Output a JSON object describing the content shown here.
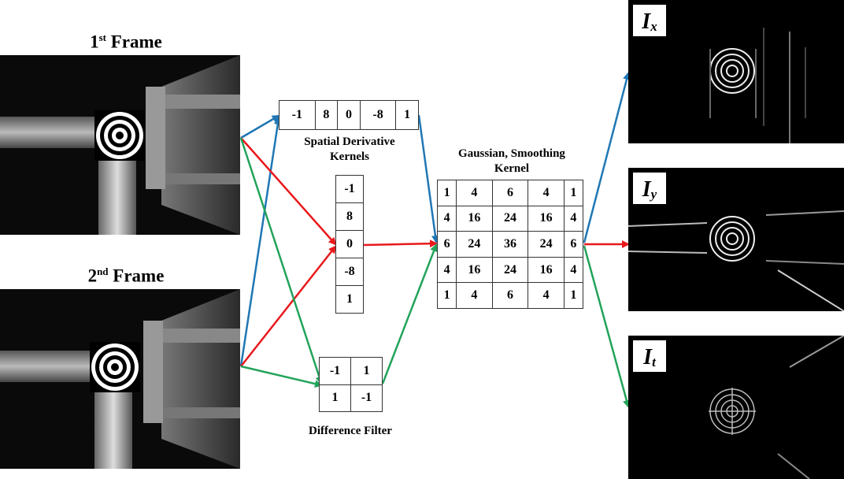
{
  "frames": [
    {
      "title_main": "1",
      "title_sup": "st",
      "title_rest": " Frame"
    },
    {
      "title_main": "2",
      "title_sup": "nd",
      "title_rest": " Frame"
    }
  ],
  "spatial_kernel": {
    "row": [
      "-1",
      "8",
      "0",
      "-8",
      "1"
    ],
    "column": [
      "-1",
      "8",
      "0",
      "-8",
      "1"
    ],
    "caption_line1": "Spatial Derivative",
    "caption_line2": "Kernels"
  },
  "difference_filter": {
    "cells": [
      [
        "-1",
        "1"
      ],
      [
        "1",
        "-1"
      ]
    ],
    "caption": "Difference Filter"
  },
  "gaussian_kernel": {
    "caption_line1": "Gaussian, Smoothing",
    "caption_line2": "Kernel",
    "rows": [
      [
        "1",
        "4",
        "6",
        "4",
        "1"
      ],
      [
        "4",
        "16",
        "24",
        "16",
        "4"
      ],
      [
        "6",
        "24",
        "36",
        "24",
        "6"
      ],
      [
        "4",
        "16",
        "24",
        "16",
        "4"
      ],
      [
        "1",
        "4",
        "6",
        "4",
        "1"
      ]
    ]
  },
  "outputs": [
    {
      "symbol": "I",
      "subscript": "x"
    },
    {
      "symbol": "I",
      "subscript": "y"
    },
    {
      "symbol": "I",
      "subscript": "t"
    }
  ],
  "colors": {
    "blue": "#1f77b4",
    "red": "#e8191c",
    "green": "#22a35a"
  }
}
